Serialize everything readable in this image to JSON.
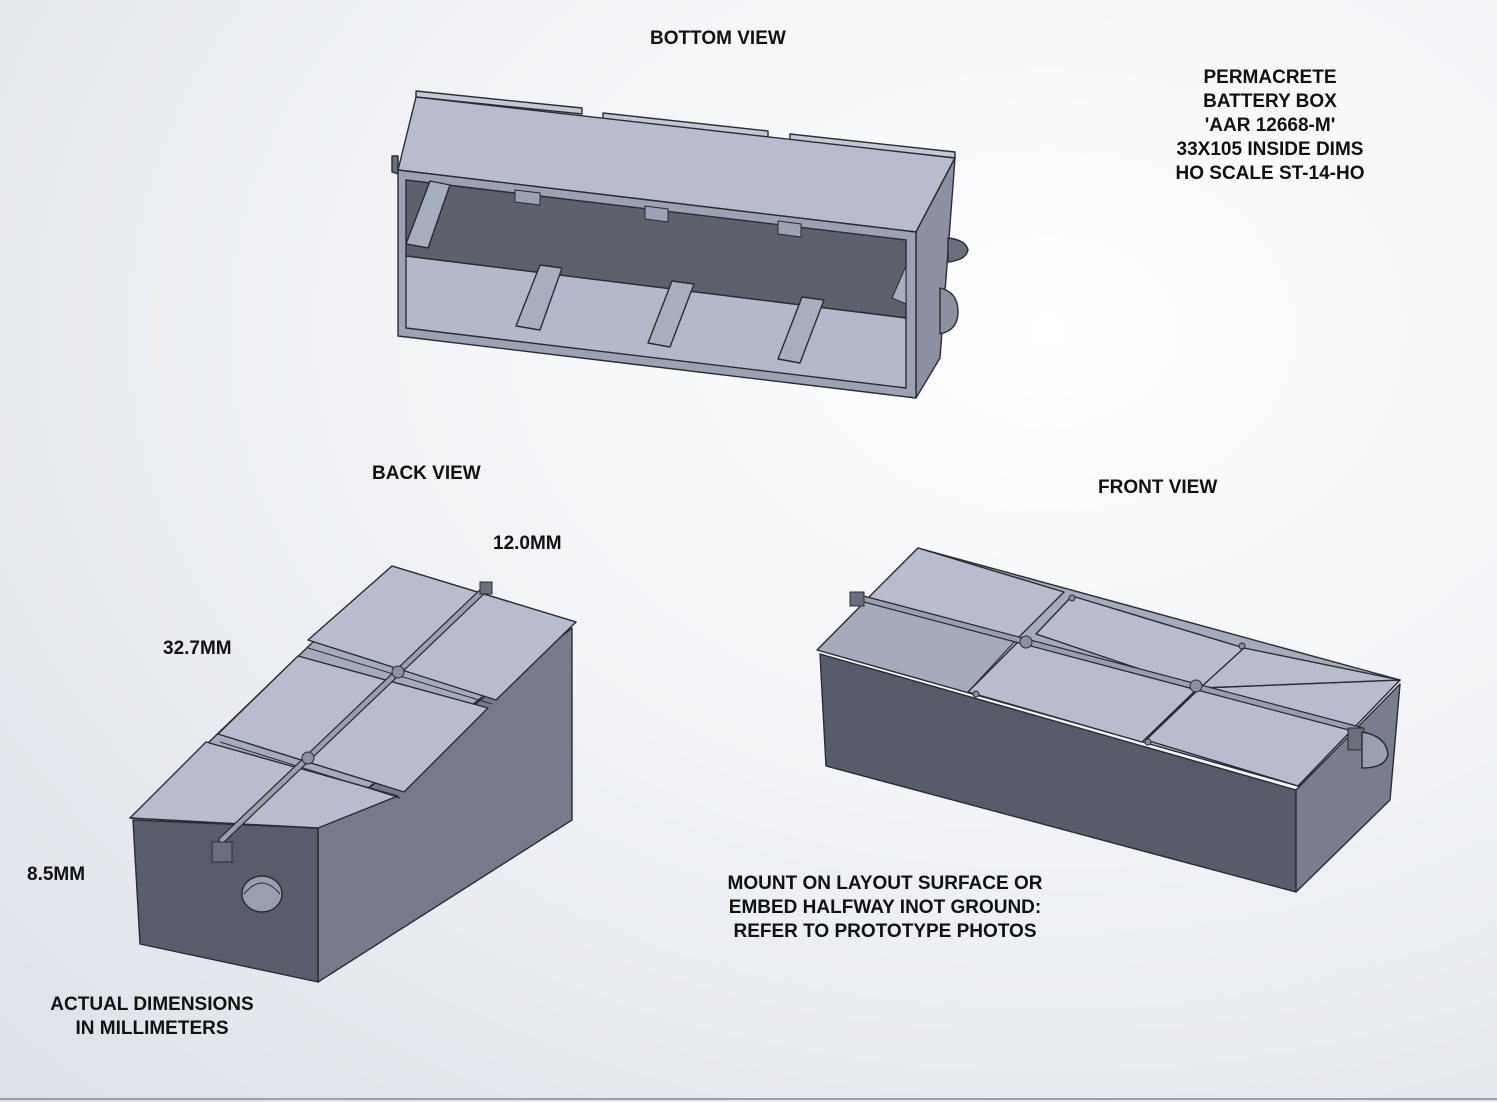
{
  "views": {
    "bottom": "BOTTOM VIEW",
    "back": "BACK VIEW",
    "front": "FRONT VIEW"
  },
  "title_block": {
    "line1": "PERMACRETE",
    "line2": "BATTERY BOX",
    "line3": "'AAR 12668-M'",
    "line4": "33X105 INSIDE DIMS",
    "line5": "HO SCALE   ST-14-HO"
  },
  "dimensions": {
    "width": "12.0MM",
    "length": "32.7MM",
    "height": "8.5MM"
  },
  "notes": {
    "units_line1": "ACTUAL DIMENSIONS",
    "units_line2": "IN MILLIMETERS",
    "mount_line1": "MOUNT ON LAYOUT SURFACE OR",
    "mount_line2": "EMBED HALFWAY INOT GROUND:",
    "mount_line3": "REFER TO PROTOTYPE PHOTOS"
  },
  "colors": {
    "lid": "#b6bacc",
    "side_light": "#7a7d8e",
    "side_dark": "#585b69",
    "outline": "#2a2c33"
  }
}
